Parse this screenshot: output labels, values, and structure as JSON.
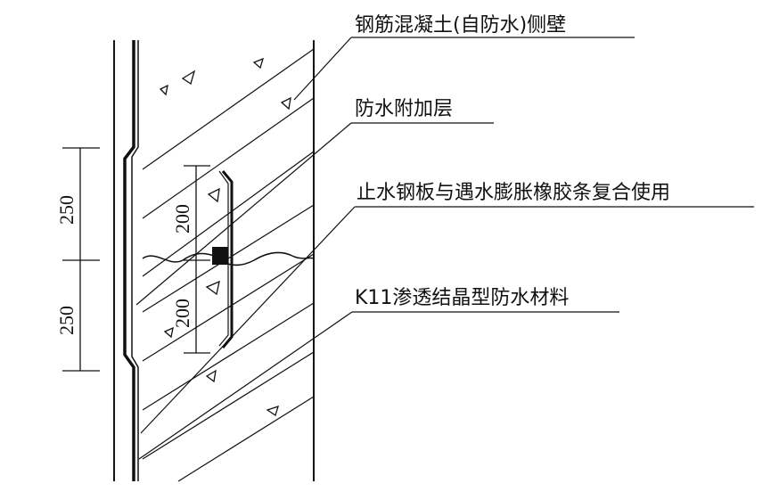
{
  "callouts": {
    "wall": "钢筋混凝土(自防水)侧壁",
    "additional_layer": "防水附加层",
    "waterstop": "止水钢板与遇水膨胀橡胶条复合使用",
    "k11": "K11渗透结晶型防水材料"
  },
  "dimensions": {
    "upper_250": "250",
    "lower_250": "250",
    "upper_200": "200",
    "lower_200": "200"
  },
  "colors": {
    "ink": "#111111",
    "paper": "#ffffff"
  }
}
